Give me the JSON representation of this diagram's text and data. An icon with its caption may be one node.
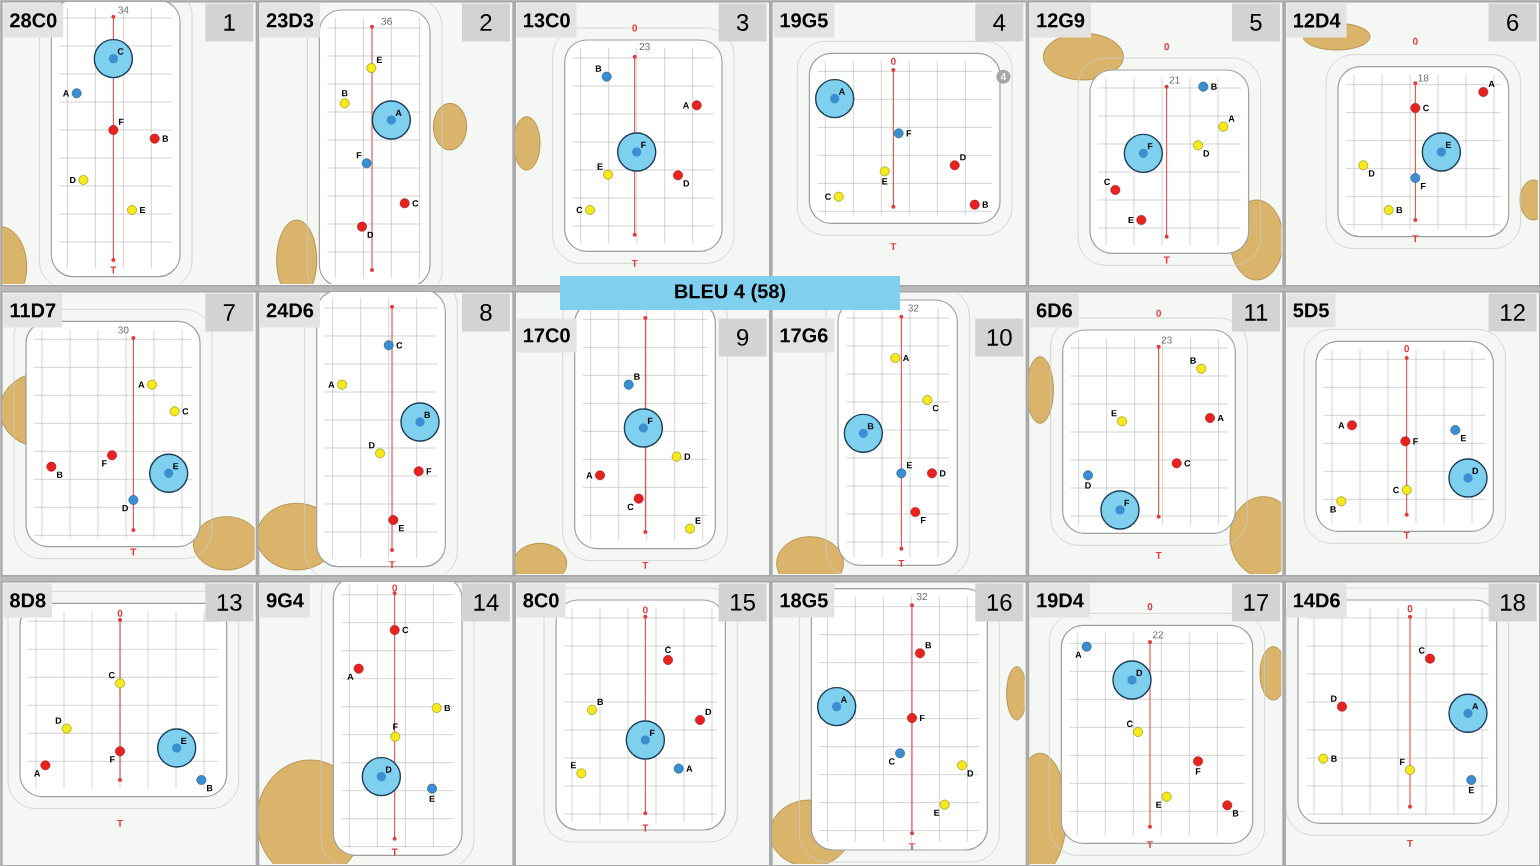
{
  "diagram": {
    "title": "BLEU 4 (58)",
    "nodes": [
      {
        "text": [
          "28C0",
          "34",
          "T",
          "1"
        ]
      },
      {
        "text": [
          "C"
        ],
        "in": 0
      },
      {
        "text": [],
        "shape": "circle",
        "beside": [
          "A"
        ],
        "in": 0
      },
      {
        "text": [],
        "shape": "circle",
        "beside": [
          "F"
        ],
        "in": 0
      },
      {
        "text": [],
        "shape": "circle",
        "beside": [
          "B"
        ],
        "in": 0
      },
      {
        "text": [],
        "shape": "circle",
        "beside": [
          "D"
        ],
        "in": 0
      },
      {
        "text": [],
        "shape": "circle",
        "beside": [
          "E"
        ],
        "in": 0
      },
      {
        "text": [
          "23D3",
          "36",
          "2"
        ]
      },
      {
        "text": [],
        "shape": "circle",
        "beside": [
          "E"
        ],
        "in": 7
      },
      {
        "text": [],
        "shape": "circle",
        "beside": [
          "B"
        ],
        "in": 7
      },
      {
        "text": [
          "A"
        ],
        "in": 7
      },
      {
        "text": [],
        "shape": "circle",
        "beside": [
          "F"
        ],
        "in": 7
      },
      {
        "text": [],
        "shape": "circle",
        "beside": [
          "C"
        ],
        "in": 7
      },
      {
        "text": [],
        "shape": "circle",
        "beside": [
          "D"
        ],
        "in": 7
      },
      {
        "text": [
          "13C0",
          "0",
          "23",
          "T",
          "3"
        ]
      },
      {
        "text": [],
        "shape": "circle",
        "beside": [
          "B"
        ],
        "in": 14
      },
      {
        "text": [],
        "shape": "circle",
        "beside": [
          "A"
        ],
        "in": 14
      },
      {
        "text": [
          "F"
        ],
        "in": 14
      },
      {
        "text": [],
        "shape": "circle",
        "beside": [
          "E"
        ],
        "in": 14
      },
      {
        "text": [],
        "shape": "circle",
        "beside": [
          "D"
        ],
        "in": 14
      },
      {
        "text": [],
        "shape": "circle",
        "beside": [
          "C"
        ],
        "in": 14
      },
      {
        "text": [
          "19G5",
          "0",
          "T",
          "4",
          "4"
        ]
      },
      {
        "text": [
          "A"
        ],
        "in": 21
      },
      {
        "text": [],
        "shape": "circle",
        "beside": [
          "F"
        ],
        "in": 21
      },
      {
        "text": [],
        "shape": "circle",
        "beside": [
          "D"
        ],
        "in": 21
      },
      {
        "text": [],
        "shape": "circle",
        "beside": [
          "E"
        ],
        "in": 21
      },
      {
        "text": [],
        "shape": "circle",
        "beside": [
          "C"
        ],
        "in": 21
      },
      {
        "text": [],
        "shape": "circle",
        "beside": [
          "B"
        ],
        "in": 21
      },
      {
        "text": [
          "12G9",
          "0",
          "21",
          "T",
          "5"
        ]
      },
      {
        "text": [],
        "shape": "circle",
        "beside": [
          "B"
        ],
        "in": 28
      },
      {
        "text": [],
        "shape": "circle",
        "beside": [
          "A"
        ],
        "in": 28
      },
      {
        "text": [],
        "shape": "circle",
        "beside": [
          "D"
        ],
        "in": 28
      },
      {
        "text": [
          "F"
        ],
        "in": 28
      },
      {
        "text": [],
        "shape": "circle",
        "beside": [
          "C"
        ],
        "in": 28
      },
      {
        "text": [],
        "shape": "circle",
        "beside": [
          "E"
        ],
        "in": 28
      },
      {
        "text": [
          "12D4",
          "0",
          "18",
          "T",
          "6"
        ]
      },
      {
        "text": [],
        "shape": "circle",
        "beside": [
          "A"
        ],
        "in": 35
      },
      {
        "text": [],
        "shape": "circle",
        "beside": [
          "C"
        ],
        "in": 35
      },
      {
        "text": [
          "E"
        ],
        "in": 35
      },
      {
        "text": [],
        "shape": "circle",
        "beside": [
          "D"
        ],
        "in": 35
      },
      {
        "text": [],
        "shape": "circle",
        "beside": [
          "F"
        ],
        "in": 35
      },
      {
        "text": [],
        "shape": "circle",
        "beside": [
          "B"
        ],
        "in": 35
      },
      {
        "text": [
          "11D7",
          "30",
          "T",
          "7"
        ]
      },
      {
        "text": [],
        "shape": "circle",
        "beside": [
          "A"
        ],
        "in": 42
      },
      {
        "text": [],
        "shape": "circle",
        "beside": [
          "C"
        ],
        "in": 42
      },
      {
        "text": [],
        "shape": "circle",
        "beside": [
          "F"
        ],
        "in": 42
      },
      {
        "text": [],
        "shape": "circle",
        "beside": [
          "B"
        ],
        "in": 42
      },
      {
        "text": [
          "E"
        ],
        "in": 42
      },
      {
        "text": [],
        "shape": "circle",
        "beside": [
          "D"
        ],
        "in": 42
      },
      {
        "text": [
          "24D6",
          "T",
          "8"
        ]
      },
      {
        "text": [],
        "shape": "circle",
        "beside": [
          "C"
        ],
        "in": 49
      },
      {
        "text": [],
        "shape": "circle",
        "beside": [
          "A"
        ],
        "in": 49
      },
      {
        "text": [
          "B"
        ],
        "in": 49
      },
      {
        "text": [],
        "shape": "circle",
        "beside": [
          "D"
        ],
        "in": 49
      },
      {
        "text": [],
        "shape": "circle",
        "beside": [
          "F"
        ],
        "in": 49
      },
      {
        "text": [],
        "shape": "circle",
        "beside": [
          "E"
        ],
        "in": 49
      },
      {
        "text": [
          "17C0",
          "T",
          "9"
        ]
      },
      {
        "text": [],
        "shape": "circle",
        "beside": [
          "B"
        ],
        "in": 56
      },
      {
        "text": [
          "F"
        ],
        "in": 56
      },
      {
        "text": [],
        "shape": "circle",
        "beside": [
          "D"
        ],
        "in": 56
      },
      {
        "text": [],
        "shape": "circle",
        "beside": [
          "A"
        ],
        "in": 56
      },
      {
        "text": [],
        "shape": "circle",
        "beside": [
          "C"
        ],
        "in": 56
      },
      {
        "text": [],
        "shape": "circle",
        "beside": [
          "E"
        ],
        "in": 56
      },
      {
        "text": [
          "17G6",
          "32",
          "T",
          "10"
        ]
      },
      {
        "text": [],
        "shape": "circle",
        "beside": [
          "A"
        ],
        "in": 63
      },
      {
        "text": [],
        "shape": "circle",
        "beside": [
          "C"
        ],
        "in": 63
      },
      {
        "text": [
          "B"
        ],
        "in": 63
      },
      {
        "text": [],
        "shape": "circle",
        "beside": [
          "E"
        ],
        "in": 63
      },
      {
        "text": [],
        "shape": "circle",
        "beside": [
          "D"
        ],
        "in": 63
      },
      {
        "text": [],
        "shape": "circle",
        "beside": [
          "F"
        ],
        "in": 63
      },
      {
        "text": [
          "6D6",
          "0",
          "23",
          "T",
          "11"
        ]
      },
      {
        "text": [],
        "shape": "circle",
        "beside": [
          "B"
        ],
        "in": 70
      },
      {
        "text": [],
        "shape": "circle",
        "beside": [
          "A"
        ],
        "in": 70
      },
      {
        "text": [],
        "shape": "circle",
        "beside": [
          "E"
        ],
        "in": 70
      },
      {
        "text": [],
        "shape": "circle",
        "beside": [
          "C"
        ],
        "in": 70
      },
      {
        "text": [],
        "shape": "circle",
        "beside": [
          "D"
        ],
        "in": 70
      },
      {
        "text": [
          "F"
        ],
        "in": 70
      },
      {
        "text": [
          "5D5",
          "0",
          "T",
          "12"
        ]
      },
      {
        "text": [],
        "shape": "circle",
        "beside": [
          "A"
        ],
        "in": 77
      },
      {
        "text": [],
        "shape": "circle",
        "beside": [
          "F"
        ],
        "in": 77
      },
      {
        "text": [],
        "shape": "circle",
        "beside": [
          "E"
        ],
        "in": 77
      },
      {
        "text": [
          "D"
        ],
        "in": 77
      },
      {
        "text": [],
        "shape": "circle",
        "beside": [
          "C"
        ],
        "in": 77
      },
      {
        "text": [],
        "shape": "circle",
        "beside": [
          "B"
        ],
        "in": 77
      },
      {
        "text": [
          "8D8",
          "0",
          "T",
          "13"
        ]
      },
      {
        "text": [],
        "shape": "circle",
        "beside": [
          "C"
        ],
        "in": 84
      },
      {
        "text": [],
        "shape": "circle",
        "beside": [
          "D"
        ],
        "in": 84
      },
      {
        "text": [],
        "shape": "circle",
        "beside": [
          "F"
        ],
        "in": 84
      },
      {
        "text": [
          "E"
        ],
        "in": 84
      },
      {
        "text": [],
        "shape": "circle",
        "beside": [
          "A"
        ],
        "in": 84
      },
      {
        "text": [],
        "shape": "circle",
        "beside": [
          "B"
        ],
        "in": 84
      },
      {
        "text": [
          "9G4",
          "0",
          "T",
          "14"
        ]
      },
      {
        "text": [],
        "shape": "circle",
        "beside": [
          "C"
        ],
        "in": 91
      },
      {
        "text": [],
        "shape": "circle",
        "beside": [
          "A"
        ],
        "in": 91
      },
      {
        "text": [],
        "shape": "circle",
        "beside": [
          "B"
        ],
        "in": 91
      },
      {
        "text": [],
        "shape": "circle",
        "beside": [
          "F"
        ],
        "in": 91
      },
      {
        "text": [
          "D"
        ],
        "in": 91
      },
      {
        "text": [],
        "shape": "circle",
        "beside": [
          "E"
        ],
        "in": 91
      },
      {
        "text": [
          "8C0",
          "0",
          "T",
          "15"
        ]
      },
      {
        "text": [],
        "shape": "circle",
        "beside": [
          "C"
        ],
        "in": 98
      },
      {
        "text": [],
        "shape": "circle",
        "beside": [
          "B"
        ],
        "in": 98
      },
      {
        "text": [],
        "shape": "circle",
        "beside": [
          "D"
        ],
        "in": 98
      },
      {
        "text": [
          "F"
        ],
        "in": 98
      },
      {
        "text": [],
        "shape": "circle",
        "beside": [
          "A"
        ],
        "in": 98
      },
      {
        "text": [],
        "shape": "circle",
        "beside": [
          "E"
        ],
        "in": 98
      },
      {
        "text": [
          "18G5",
          "32",
          "T",
          "16"
        ]
      },
      {
        "text": [],
        "shape": "circle",
        "beside": [
          "B"
        ],
        "in": 105
      },
      {
        "text": [
          "A"
        ],
        "in": 105
      },
      {
        "text": [],
        "shape": "circle",
        "beside": [
          "F"
        ],
        "in": 105
      },
      {
        "text": [],
        "shape": "circle",
        "beside": [
          "C"
        ],
        "in": 105
      },
      {
        "text": [],
        "shape": "circle",
        "beside": [
          "D"
        ],
        "in": 105
      },
      {
        "text": [],
        "shape": "circle",
        "beside": [
          "E"
        ],
        "in": 105
      },
      {
        "text": [
          "19D4",
          "0",
          "22",
          "T",
          "17"
        ]
      },
      {
        "text": [],
        "shape": "circle",
        "beside": [
          "A"
        ],
        "in": 112
      },
      {
        "text": [
          "D"
        ],
        "in": 112
      },
      {
        "text": [],
        "shape": "circle",
        "beside": [
          "C"
        ],
        "in": 112
      },
      {
        "text": [],
        "shape": "circle",
        "beside": [
          "F"
        ],
        "in": 112
      },
      {
        "text": [],
        "shape": "circle",
        "beside": [
          "E"
        ],
        "in": 112
      },
      {
        "text": [],
        "shape": "circle",
        "beside": [
          "B"
        ],
        "in": 112
      },
      {
        "text": [
          "14D6",
          "0",
          "T",
          "18"
        ]
      },
      {
        "text": [],
        "shape": "circle",
        "beside": [
          "C"
        ],
        "in": 119
      },
      {
        "text": [],
        "shape": "circle",
        "beside": [
          "D"
        ],
        "in": 119
      },
      {
        "text": [
          "A"
        ],
        "in": 119
      },
      {
        "text": [],
        "shape": "circle",
        "beside": [
          "B"
        ],
        "in": 119
      },
      {
        "text": [],
        "shape": "circle",
        "beside": [
          "F"
        ],
        "in": 119
      },
      {
        "text": [],
        "shape": "circle",
        "beside": [
          "E"
        ],
        "in": 119
      }
    ]
  }
}
